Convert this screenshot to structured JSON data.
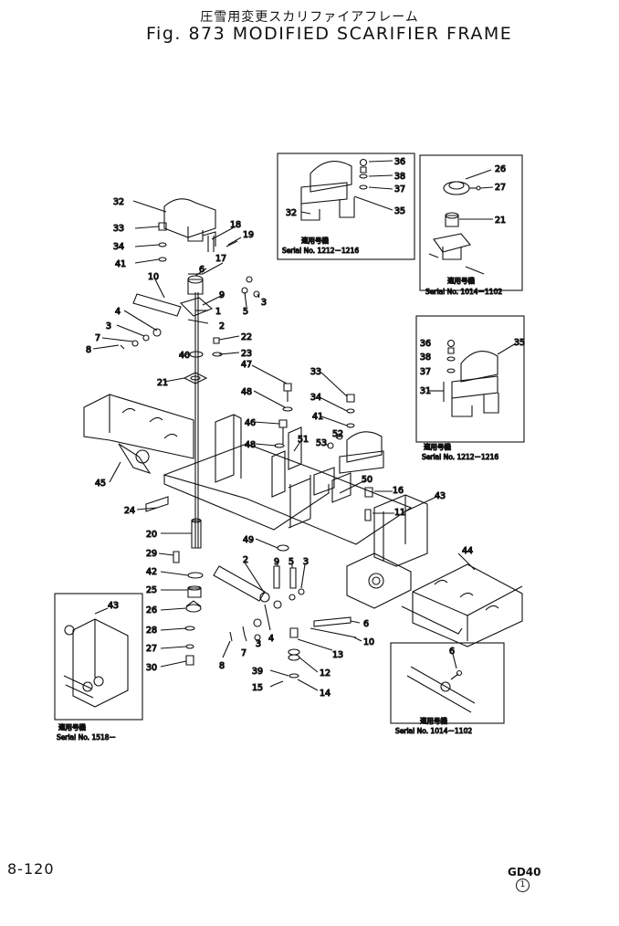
{
  "header": {
    "title_jp": "圧雪用変更スカリファイアフレーム",
    "title_en": "Fig. 873 MODIFIED SCARIFIER FRAME"
  },
  "insets": {
    "top_center": {
      "applicable_jp": "適用号機",
      "serial": "Serial No. 1212－1216"
    },
    "top_right": {
      "applicable_jp": "適用号機",
      "serial": "Serial No. 1014－1102"
    },
    "mid_right": {
      "applicable_jp": "適用号機",
      "serial": "Serial No. 1212－1216"
    },
    "bottom_left": {
      "applicable_jp": "適用号機",
      "serial": "Serial No. 1518－"
    },
    "bottom_right": {
      "applicable_jp": "適用号機",
      "serial": "Serial No. 1014－1102"
    }
  },
  "callouts": {
    "c32a": "32",
    "c33a": "33",
    "c34a": "34",
    "c41a": "41",
    "c18": "18",
    "c19": "19",
    "c17": "17",
    "c6a": "6",
    "c10a": "10",
    "c9a": "9",
    "c5a": "5",
    "c3a": "3",
    "c1": "1",
    "c4a": "4",
    "c2a": "2",
    "c3b": "3",
    "c7a": "7",
    "c8a": "8",
    "c22": "22",
    "c40": "40",
    "c23": "23",
    "c21a": "21",
    "c47": "47",
    "c48a": "48",
    "c46": "46",
    "c48b": "48",
    "c33b": "33",
    "c34b": "34",
    "c41b": "41",
    "c52": "52",
    "c53": "53",
    "c51": "51",
    "c50": "50",
    "c16": "16",
    "c11": "11",
    "c43a": "43",
    "c45": "45",
    "c24": "24",
    "c20": "20",
    "c29": "29",
    "c42": "42",
    "c25": "25",
    "c26a": "26",
    "c28": "28",
    "c27a": "27",
    "c30": "30",
    "c49": "49",
    "c2b": "2",
    "c9b": "9",
    "c5b": "5",
    "c3c": "3",
    "c44": "44",
    "c6b": "6",
    "c10b": "10",
    "c7b": "7",
    "c3d": "3",
    "c4b": "4",
    "c8b": "8",
    "c13": "13",
    "c39": "39",
    "c12": "12",
    "c15": "15",
    "c14": "14",
    "i1_36": "36",
    "i1_38": "38",
    "i1_37": "37",
    "i1_35": "35",
    "i1_32": "32",
    "i2_26": "26",
    "i2_27": "27",
    "i2_21": "21",
    "i3_36": "36",
    "i3_38": "38",
    "i3_37": "37",
    "i3_35": "35",
    "i3_31": "31",
    "i4_43": "43",
    "i5_6": "6"
  },
  "footer": {
    "page": "8-120",
    "model": "GD40",
    "revision": "1"
  }
}
